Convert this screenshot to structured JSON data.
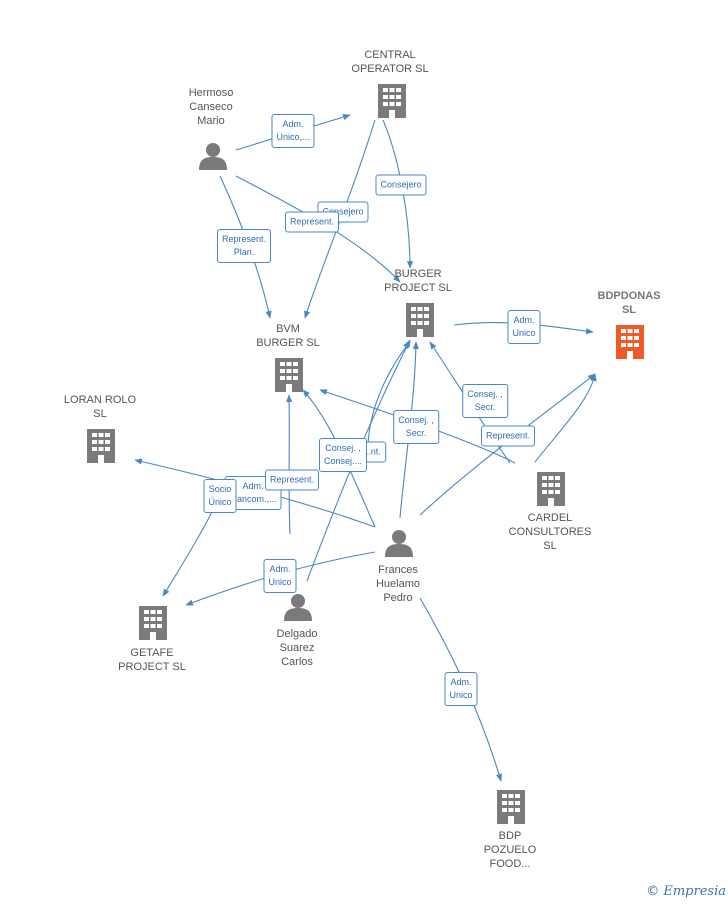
{
  "nodes": [
    {
      "id": "central",
      "type": "company",
      "label": "CENTRAL\nOPERATOR  SL"
    },
    {
      "id": "hermoso",
      "type": "person",
      "label": "Hermoso\nCanseco\nMario"
    },
    {
      "id": "burger",
      "type": "company",
      "label": "BURGER\nPROJECT  SL"
    },
    {
      "id": "bdpdonas",
      "type": "company",
      "label": "BDPDONAS\nSL",
      "main": true
    },
    {
      "id": "bvm",
      "type": "company",
      "label": "BVM\nBURGER  SL"
    },
    {
      "id": "loran",
      "type": "company",
      "label": "LORAN ROLO\nSL"
    },
    {
      "id": "cardel",
      "type": "company",
      "label": "CARDEL\nCONSULTORES\nSL"
    },
    {
      "id": "frances",
      "type": "person",
      "label": "Frances\nHuelamo\nPedro"
    },
    {
      "id": "delgado",
      "type": "person",
      "label": "Delgado\nSuarez\nCarlos"
    },
    {
      "id": "getafe",
      "type": "company",
      "label": "GETAFE\nPROJECT  SL"
    },
    {
      "id": "bdp",
      "type": "company",
      "label": "BDP\nPOZUELO\nFOOD..."
    }
  ],
  "edge_labels": [
    {
      "text": "Adm.\nUnico,..."
    },
    {
      "text": "Consejero"
    },
    {
      "text": "Consejero"
    },
    {
      "text": "Represent."
    },
    {
      "text": "Represent.\nPlan."
    },
    {
      "text": "Adm.\nUnico"
    },
    {
      "text": "Consej. ,\nSecr."
    },
    {
      "text": "Represent."
    },
    {
      "text": "Consej. ,\nSecr."
    },
    {
      "text": "...nt."
    },
    {
      "text": "Consej. ,\nConsej...."
    },
    {
      "text": "Adm.\nMancom.,..."
    },
    {
      "text": "Represent."
    },
    {
      "text": "Socio\nÚnico"
    },
    {
      "text": "Adm.\nUnico"
    },
    {
      "text": "Adm.\nUnico"
    }
  ],
  "brand": {
    "copyright": "©",
    "name": "Empresia"
  },
  "colors": {
    "edge": "#4a86c8",
    "node": "#7a7a7a",
    "main_node": "#f05a28"
  }
}
